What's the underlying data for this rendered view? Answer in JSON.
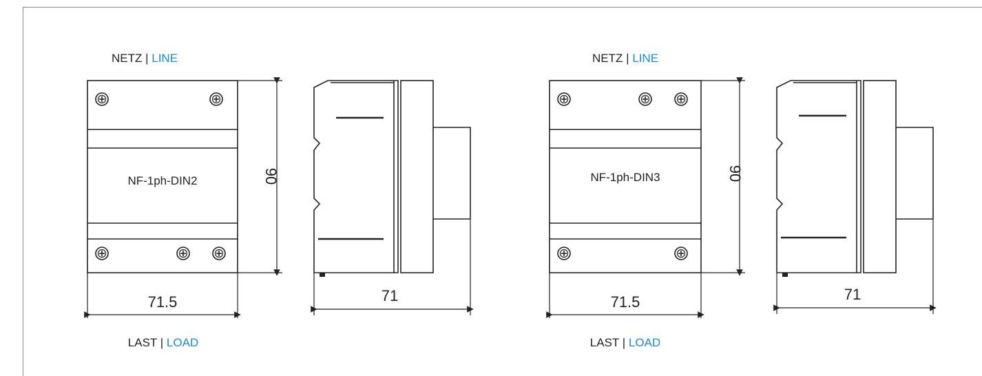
{
  "colors": {
    "accent": "#1e8ccc",
    "line": "#222222",
    "frame": "#8a8a8a"
  },
  "left": {
    "line_label": {
      "de": "NETZ",
      "sep": " | ",
      "en": "LINE"
    },
    "load_label": {
      "de": "LAST",
      "sep": " | ",
      "en": "LOAD"
    },
    "model": "NF-1ph-DIN2",
    "height_dim": "90",
    "width_dim": "71.5",
    "depth_dim": "71",
    "top_screws": 2,
    "bottom_screws": 3
  },
  "right": {
    "line_label": {
      "de": "NETZ",
      "sep": " | ",
      "en": "LINE"
    },
    "load_label": {
      "de": "LAST",
      "sep": " | ",
      "en": "LOAD"
    },
    "model": "NF-1ph-DIN3",
    "height_dim": "90",
    "width_dim": "71.5",
    "depth_dim": "71",
    "top_screws": 3,
    "bottom_screws": 2
  }
}
